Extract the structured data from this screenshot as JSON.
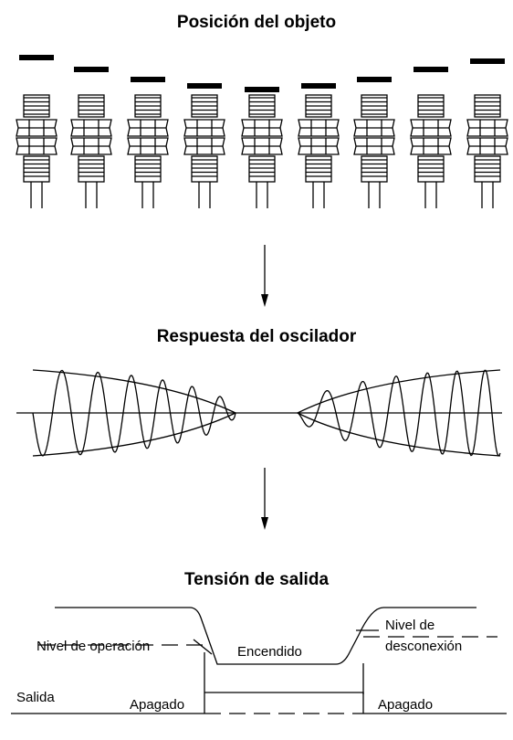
{
  "section1": {
    "title": "Posición del objeto",
    "sensor_count": 9
  },
  "section2": {
    "title": "Respuesta del oscilador"
  },
  "section3": {
    "title": "Tensión de salida",
    "operate_label": "Nivel de operación",
    "on_label": "Encendido",
    "release_label_1": "Nivel de",
    "release_label_2": "desconexión",
    "output_label": "Salida",
    "off_left_label": "Apagado",
    "off_right_label": "Apagado"
  },
  "colors": {
    "ink": "#000000",
    "background": "#ffffff"
  }
}
